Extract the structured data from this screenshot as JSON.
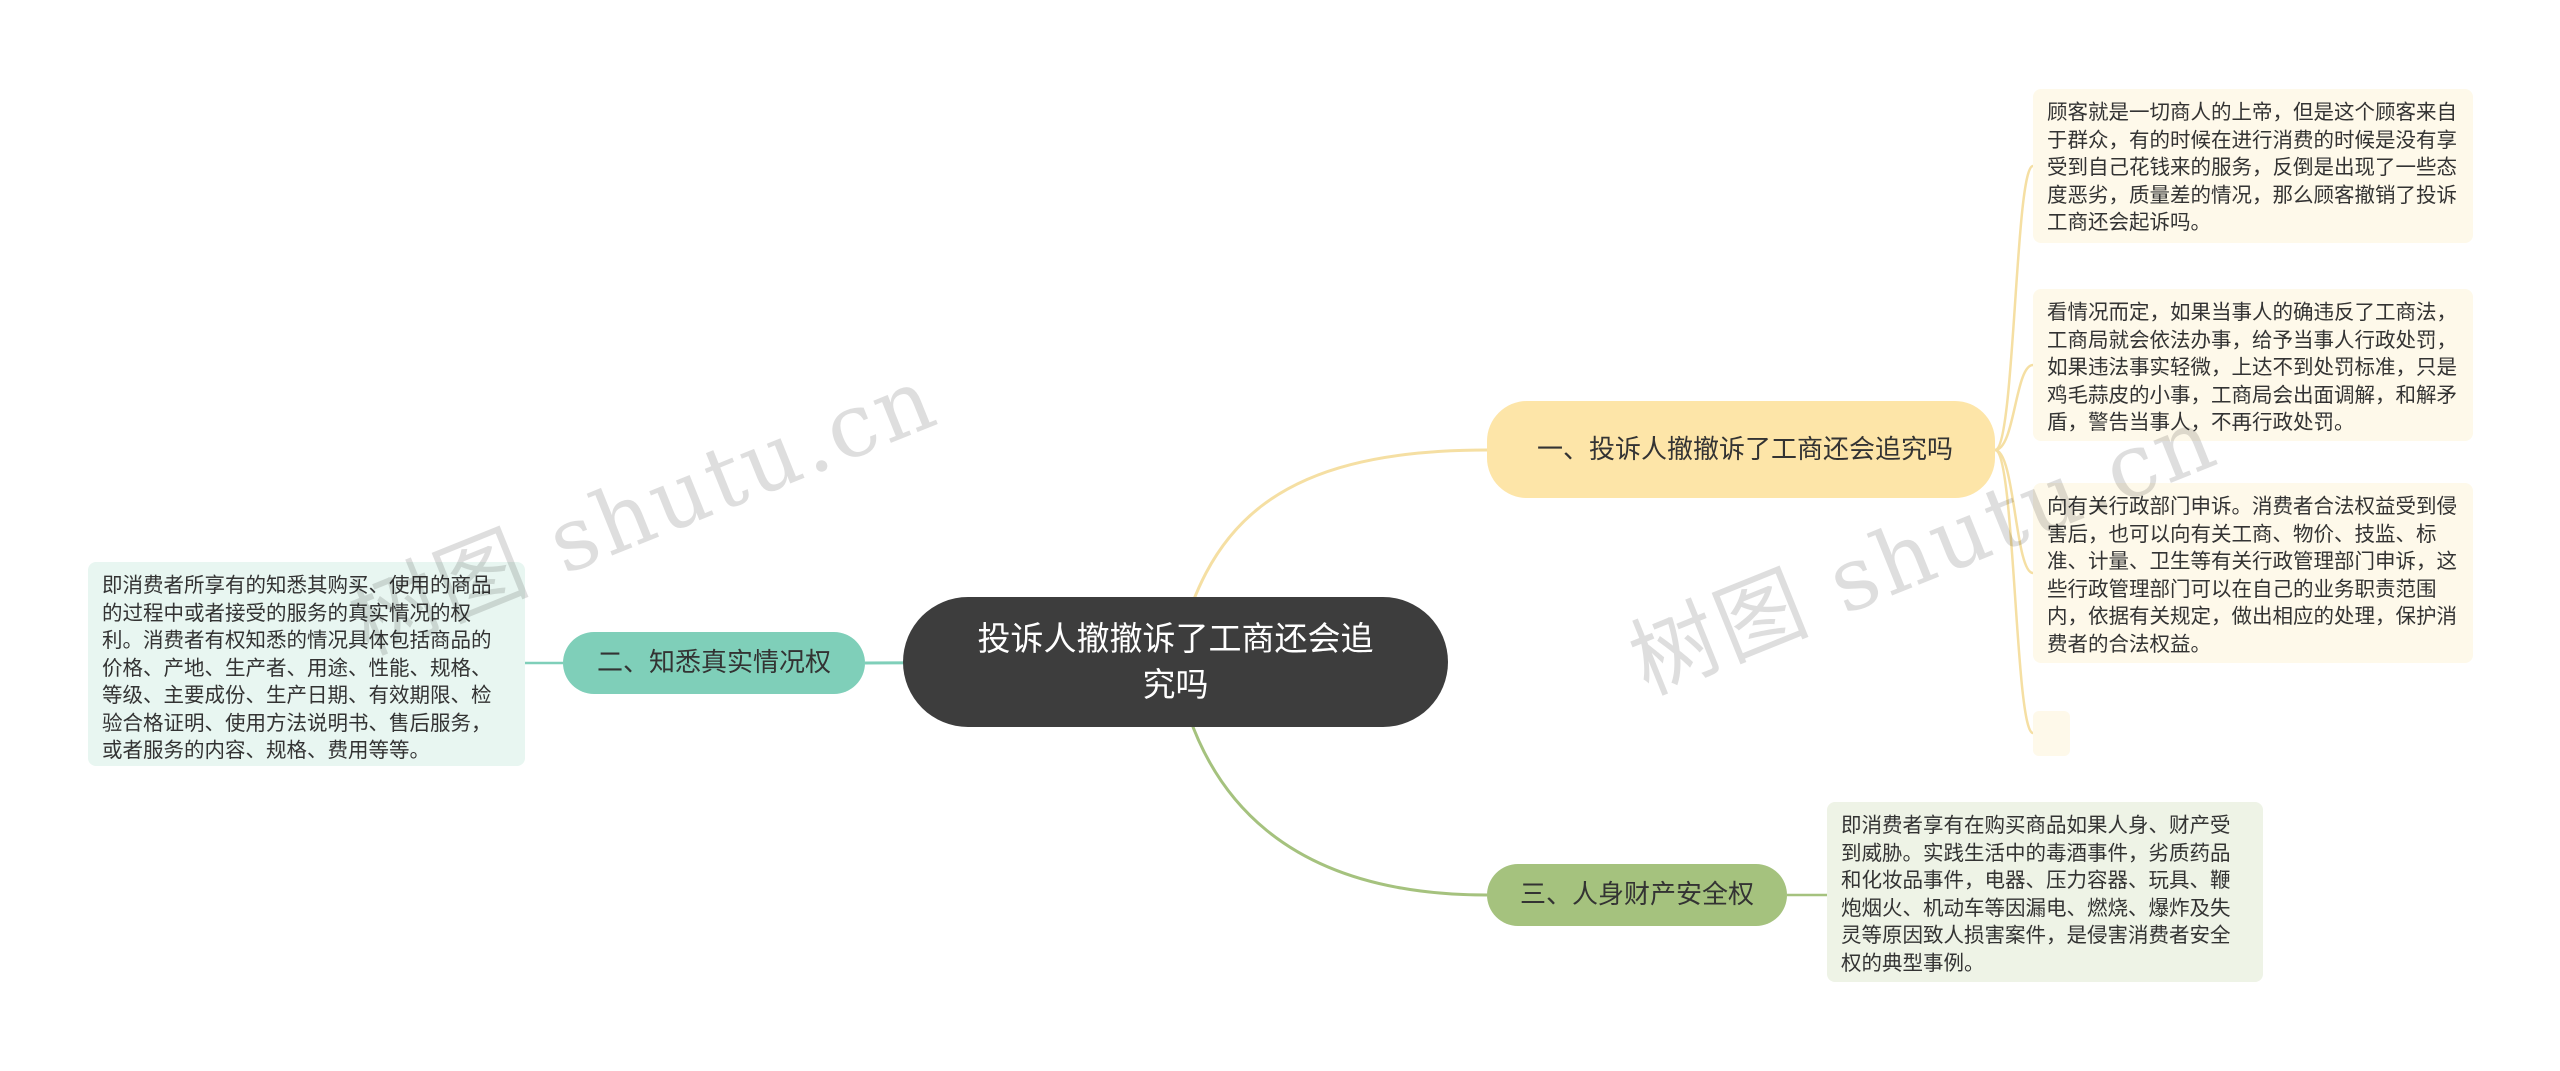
{
  "central": {
    "title": "投诉人撤撤诉了工商还会追究吗"
  },
  "branches": [
    {
      "label": "一、投诉人撤撤诉了工商还会追究吗",
      "color": "#fde5a8",
      "leaves": [
        "顾客就是一切商人的上帝，但是这个顾客来自于群众，有的时候在进行消费的时候是没有享受到自己花钱来的服务，反倒是出现了一些态度恶劣，质量差的情况，那么顾客撤销了投诉工商还会起诉吗。",
        "看情况而定，如果当事人的确违反了工商法，工商局就会依法办事，给予当事人行政处罚，如果违法事实轻微，上达不到处罚标准，只是鸡毛蒜皮的小事，工商局会出面调解，和解矛盾，警告当事人，不再行政处罚。",
        "向有关行政部门申诉。消费者合法权益受到侵害后，也可以向有关工商、物价、技监、标准、计量、卫生等有关行政管理部门申诉，这些行政管理部门可以在自己的业务职责范围内，依据有关规定，做出相应的处理，保护消费者的合法权益。",
        ""
      ]
    },
    {
      "label": "二、知悉真实情况权",
      "color": "#7fcfb9",
      "leaves": [
        "即消费者所享有的知悉其购买、使用的商品的过程中或者接受的服务的真实情况的权利。消费者有权知悉的情况具体包括商品的价格、产地、生产者、用途、性能、规格、等级、主要成份、生产日期、有效期限、检验合格证明、使用方法说明书、售后服务，或者服务的内容、规格、费用等等。"
      ]
    },
    {
      "label": "三、人身财产安全权",
      "color": "#a5c27e",
      "leaves": [
        "即消费者享有在购买商品如果人身、财产受到威胁。实践生活中的毒酒事件，劣质药品和化妆品事件，电器、压力容器、玩具、鞭炮烟火、机动车等因漏电、燃烧、爆炸及失灵等原因致人损害案件，是侵害消费者安全权的典型事例。"
      ]
    }
  ],
  "watermark": {
    "left": "树图 shutu.cn",
    "right": "树图 shutu.cn"
  },
  "colors": {
    "central_bg": "#3d3d3d",
    "edge_yellow": "#f5dfa3",
    "edge_teal": "#7fcfb9",
    "edge_green": "#a5c27e"
  }
}
